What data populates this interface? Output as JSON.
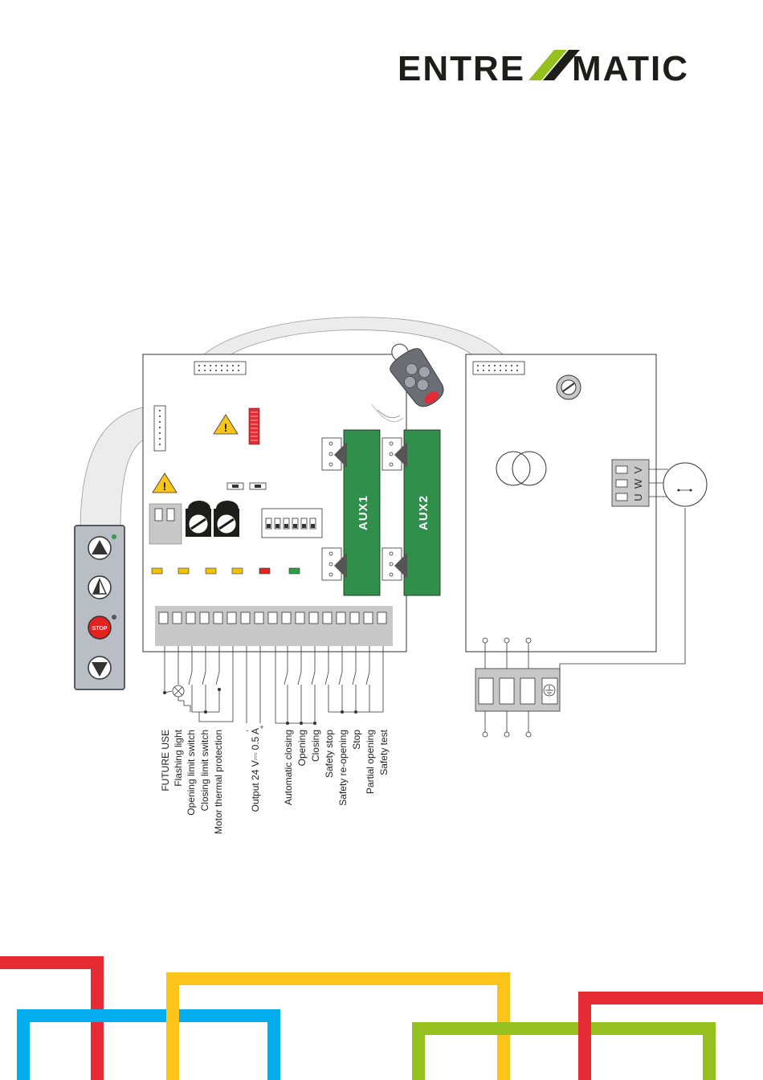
{
  "brand": {
    "name_left": "ENTRE",
    "name_right": "MATIC",
    "slash_colors": [
      "#95c11f",
      "#1d1d1b"
    ]
  },
  "modules": {
    "aux1": "AUX1",
    "aux2": "AUX2"
  },
  "motor_terminals": [
    "V",
    "W",
    "U"
  ],
  "keypad": {
    "stop_label": "STOP"
  },
  "output_polarity": {
    "minus": "-",
    "plus": "+"
  },
  "terminal_labels": [
    "FUTURE USE",
    "Flashing light",
    "Opening limit switch",
    "Closing limit switch",
    "Motor thermal protection",
    "Output 24 V⎓ 0.5 A",
    "Automatic closing",
    "Opening",
    "Closing",
    "Safety stop",
    "Safety re-opening",
    "Stop",
    "Partial opening",
    "Safety test"
  ],
  "led_colors": [
    "#f2c200",
    "#f2c200",
    "#f2c200",
    "#f2c200",
    "#e52421",
    "#2e9e46"
  ],
  "colors": {
    "board_outline": "#333333",
    "terminal_grey": "#c8c8c8",
    "aux_green": "#30904b",
    "keypad_grey": "#b9bdc4",
    "keypad_border": "#555a60",
    "stop_red": "#e42321",
    "warning_yellow": "#f9c51c",
    "ribbon": "#ececec",
    "red": "#e52a33",
    "blue": "#00aeef",
    "yellow": "#fcc41b",
    "green": "#95c11f"
  }
}
